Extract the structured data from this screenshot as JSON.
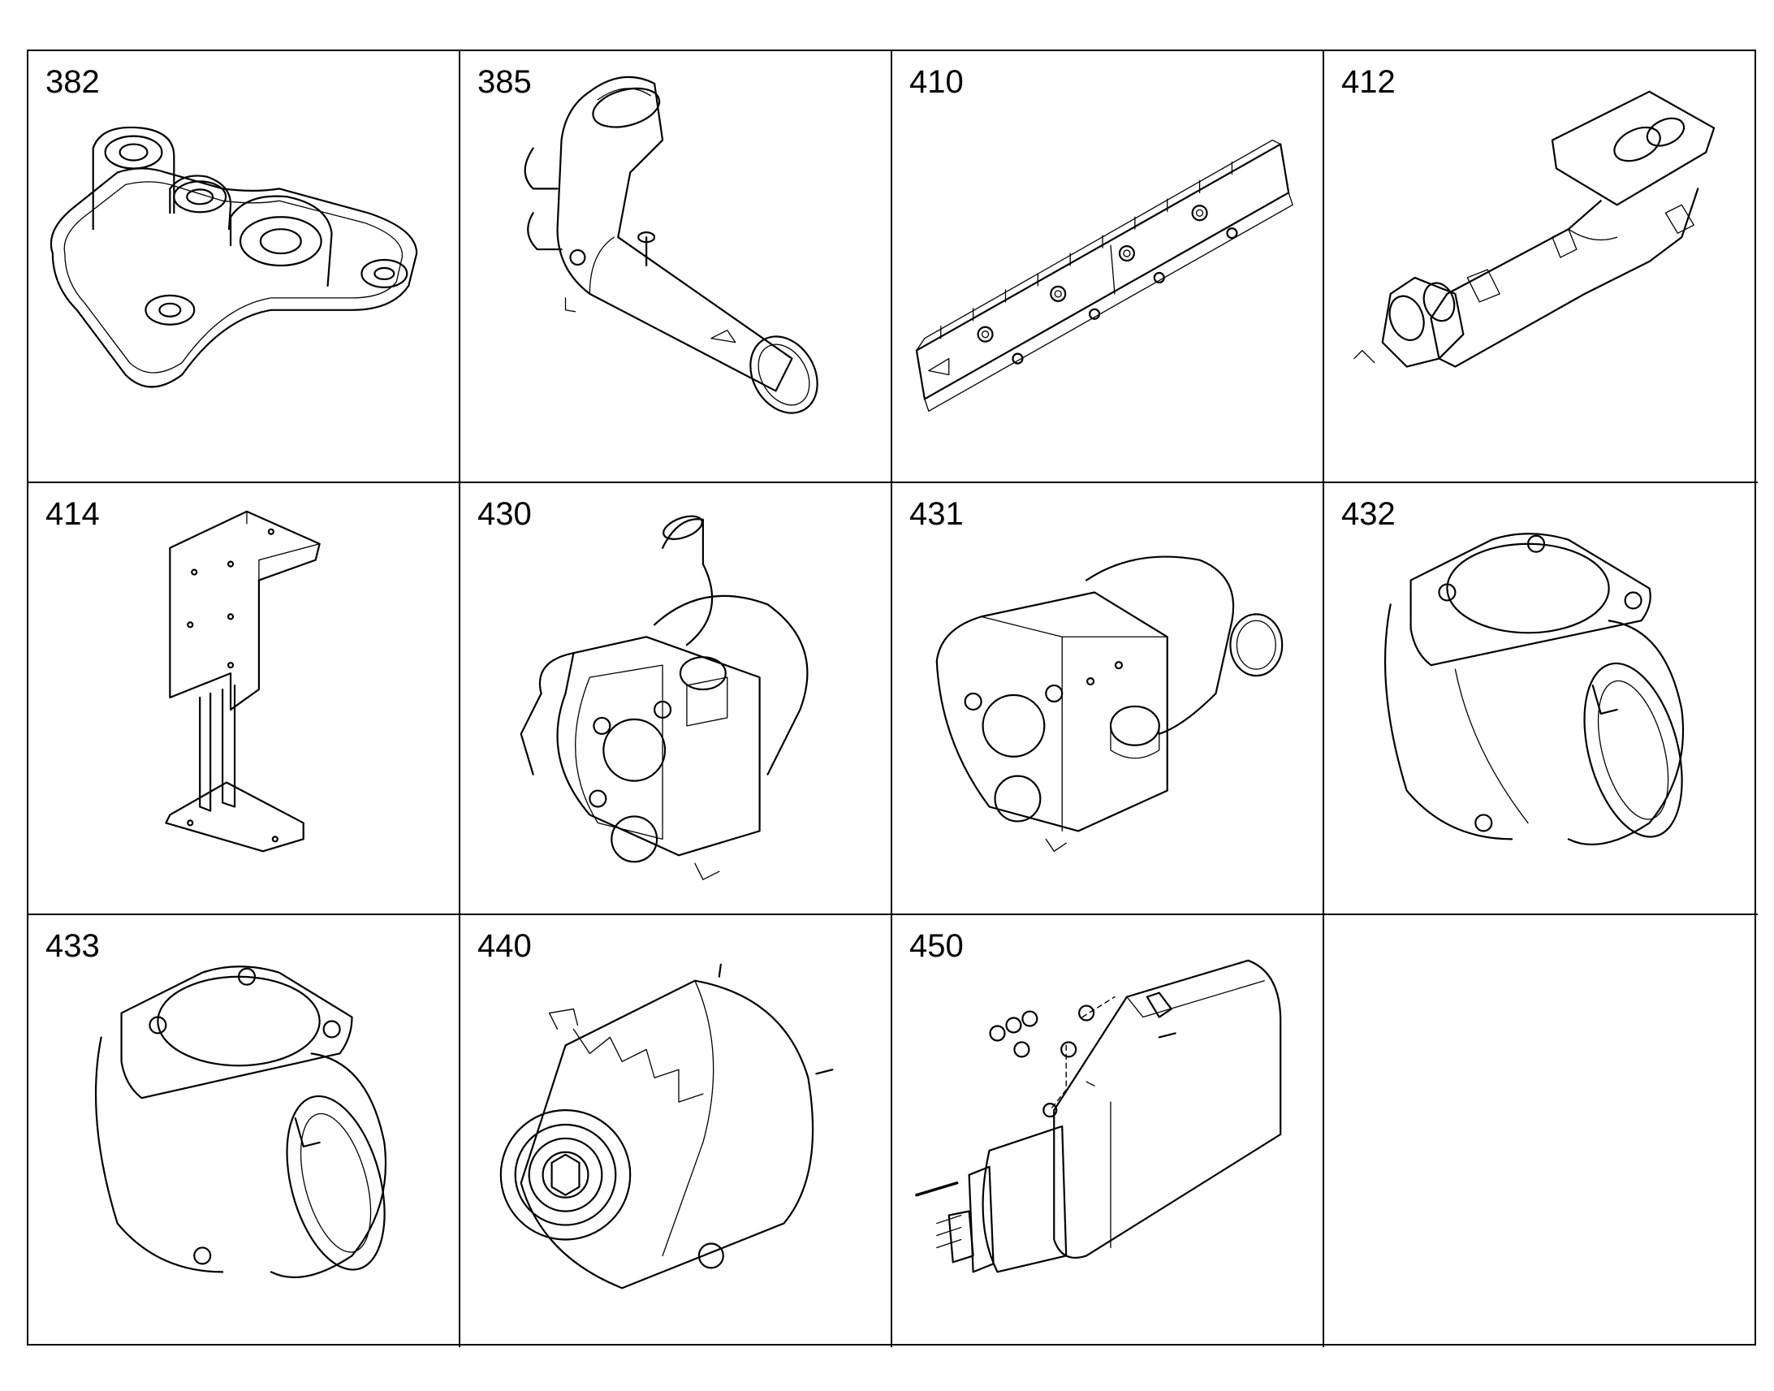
{
  "cells": [
    {
      "number": "382",
      "icon": "cover-housing"
    },
    {
      "number": "385",
      "icon": "elbow-pipe"
    },
    {
      "number": "410",
      "icon": "rail-bracket"
    },
    {
      "number": "412",
      "icon": "exhaust-manifold"
    },
    {
      "number": "414",
      "icon": "support-bracket"
    },
    {
      "number": "430",
      "icon": "turbocharger"
    },
    {
      "number": "431",
      "icon": "turbocharger"
    },
    {
      "number": "432",
      "icon": "exhaust-elbow"
    },
    {
      "number": "433",
      "icon": "exhaust-elbow"
    },
    {
      "number": "440",
      "icon": "alternator"
    },
    {
      "number": "450",
      "icon": "starter-motor"
    },
    {
      "number": "",
      "icon": ""
    }
  ]
}
